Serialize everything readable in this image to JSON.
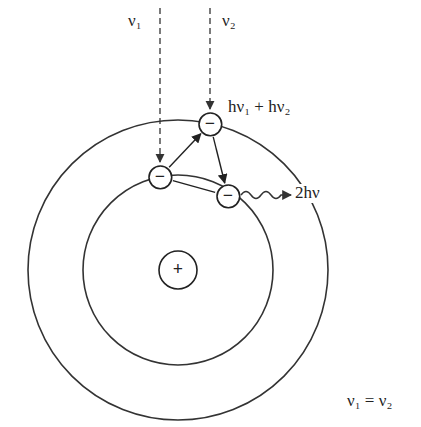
{
  "diagram": {
    "nodes": [
      {
        "text": [
          "−"
        ]
      },
      {
        "text": [
          "−"
        ]
      },
      {
        "text": [
          "−"
        ]
      },
      {
        "text": [
          "+"
        ]
      }
    ],
    "edges": [
      {
        "from": 1,
        "to": 0,
        "arrow": "to"
      },
      {
        "from": 0,
        "to": 2,
        "arrow": "to"
      },
      {
        "from": 1,
        "to": 2,
        "arrow": "none"
      }
    ],
    "labels": [
      "ν₁",
      "ν₂",
      "hν₁ + hν₂",
      "2hν",
      "ν₁ = ν₂"
    ]
  }
}
